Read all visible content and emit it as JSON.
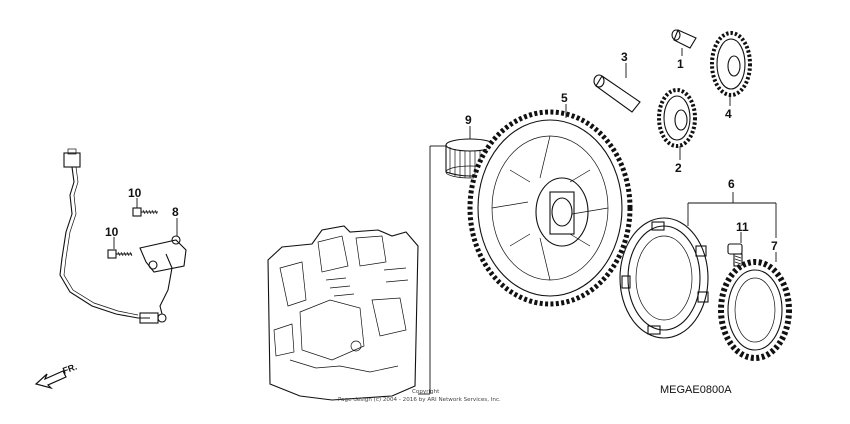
{
  "diagram": {
    "callouts": {
      "c1": "1",
      "c2": "2",
      "c3": "3",
      "c4": "4",
      "c5": "5",
      "c6": "6",
      "c7": "7",
      "c8": "8",
      "c9": "9",
      "c10a": "10",
      "c10b": "10",
      "c11": "11"
    },
    "direction_label": "FR.",
    "copyright_line1": "Copyright",
    "copyright_line2": "Page design (c) 2004 - 2016 by ARI Network Services, Inc.",
    "figure_code": "MEGAE0800A"
  }
}
